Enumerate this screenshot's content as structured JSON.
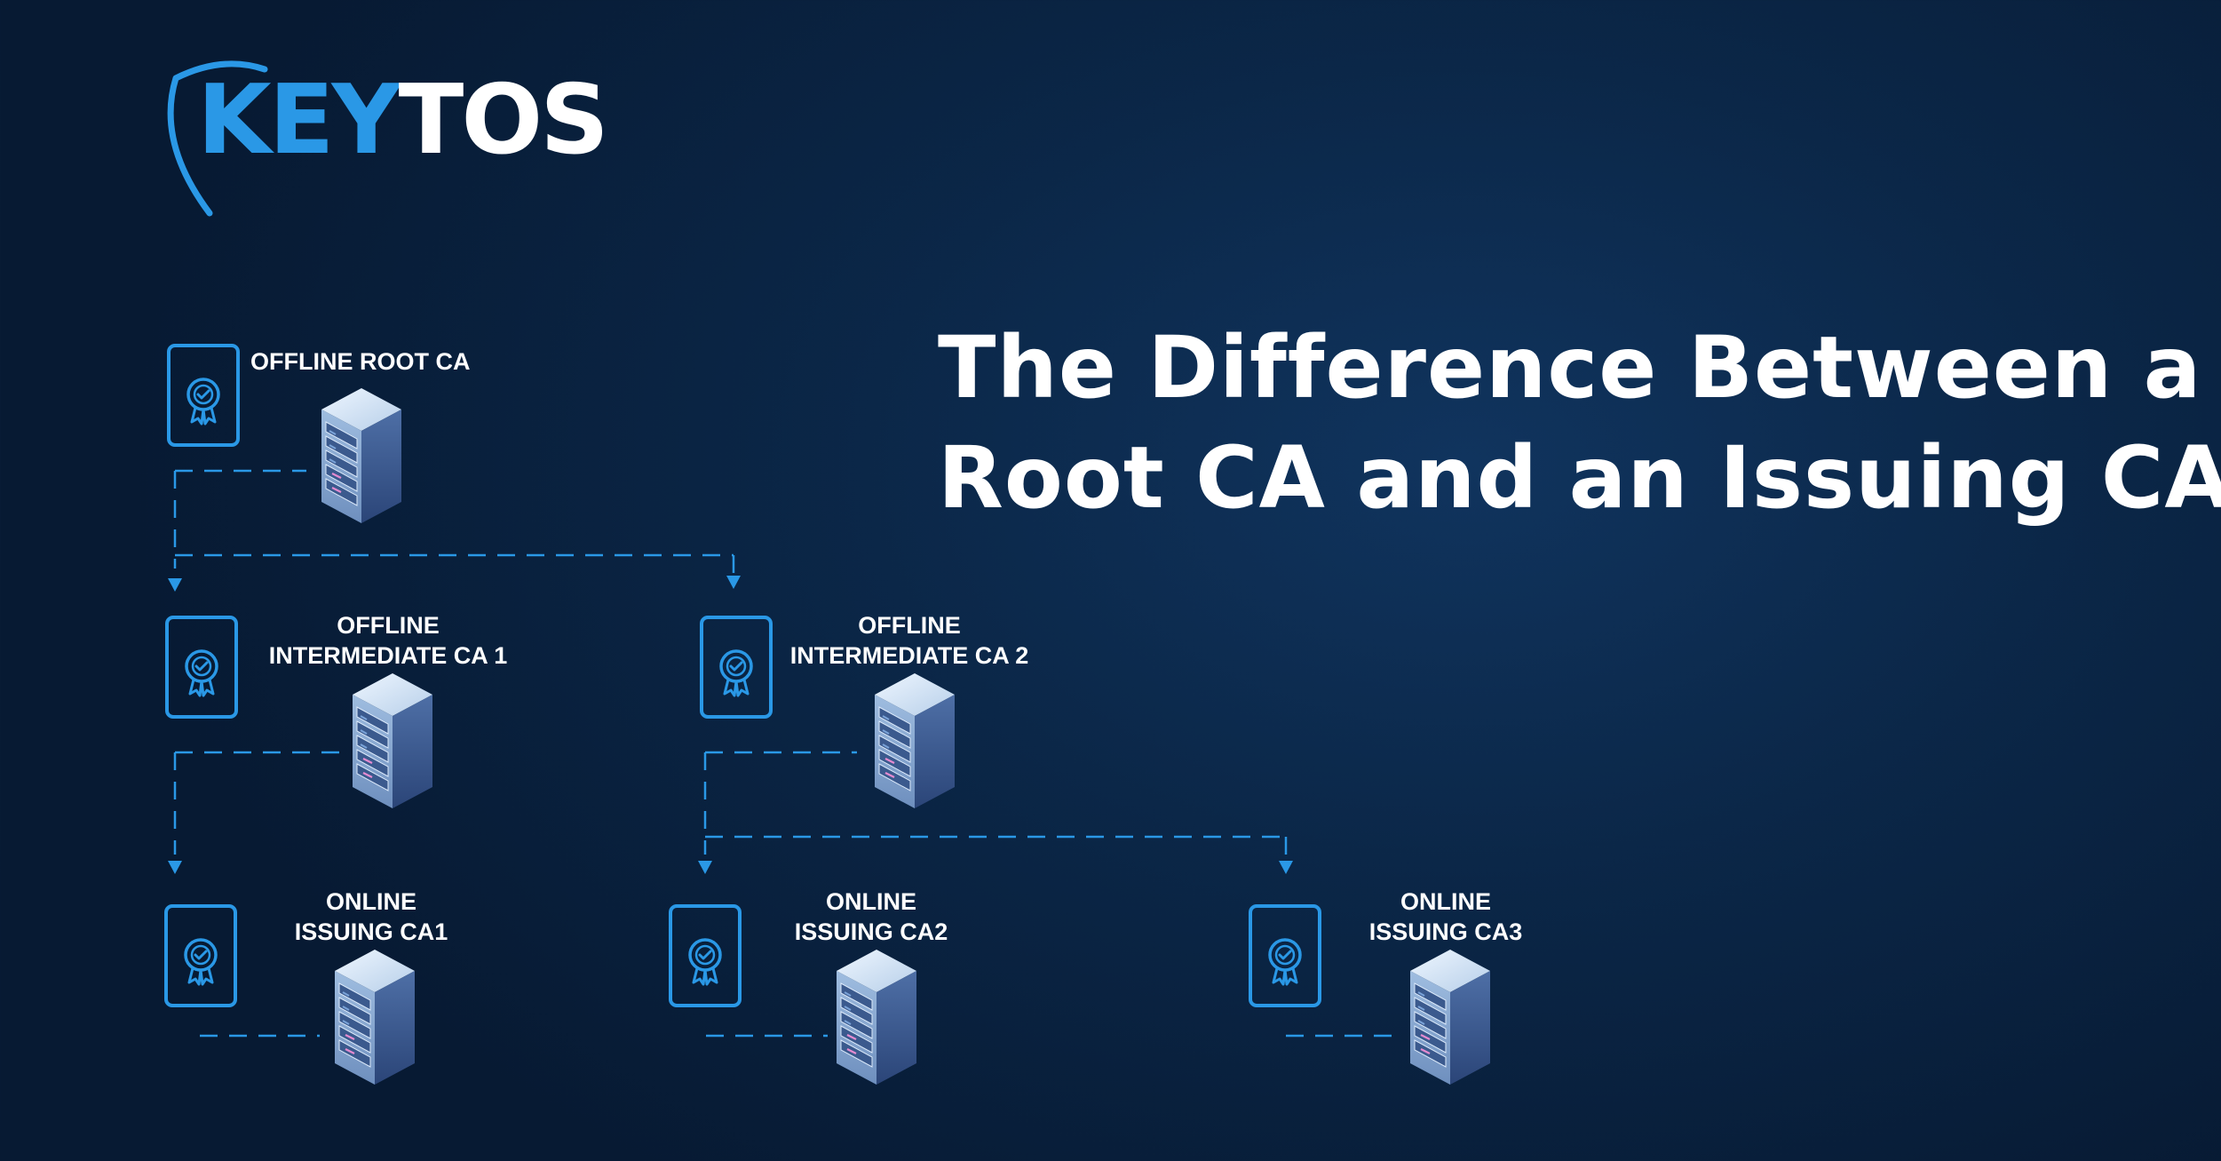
{
  "brand": {
    "logo_key": "KEY",
    "logo_tos": "TOS"
  },
  "headline": {
    "line1": "The Difference Between a",
    "line2": "Root CA and an Issuing CA"
  },
  "colors": {
    "background": "#0b2748",
    "accent": "#2a98e6",
    "text": "#ffffff"
  },
  "icons": [
    "shield-icon",
    "certificate-icon",
    "server-icon",
    "arrow-down-icon"
  ],
  "nodes": {
    "root": {
      "line1": "OFFLINE ROOT CA"
    },
    "intermediate1": {
      "line1": "OFFLINE",
      "line2": "INTERMEDIATE CA 1"
    },
    "intermediate2": {
      "line1": "OFFLINE",
      "line2": "INTERMEDIATE CA 2"
    },
    "issuing1": {
      "line1": "ONLINE",
      "line2": "ISSUING CA1"
    },
    "issuing2": {
      "line1": "ONLINE",
      "line2": "ISSUING CA2"
    },
    "issuing3": {
      "line1": "ONLINE",
      "line2": "ISSUING CA3"
    }
  }
}
